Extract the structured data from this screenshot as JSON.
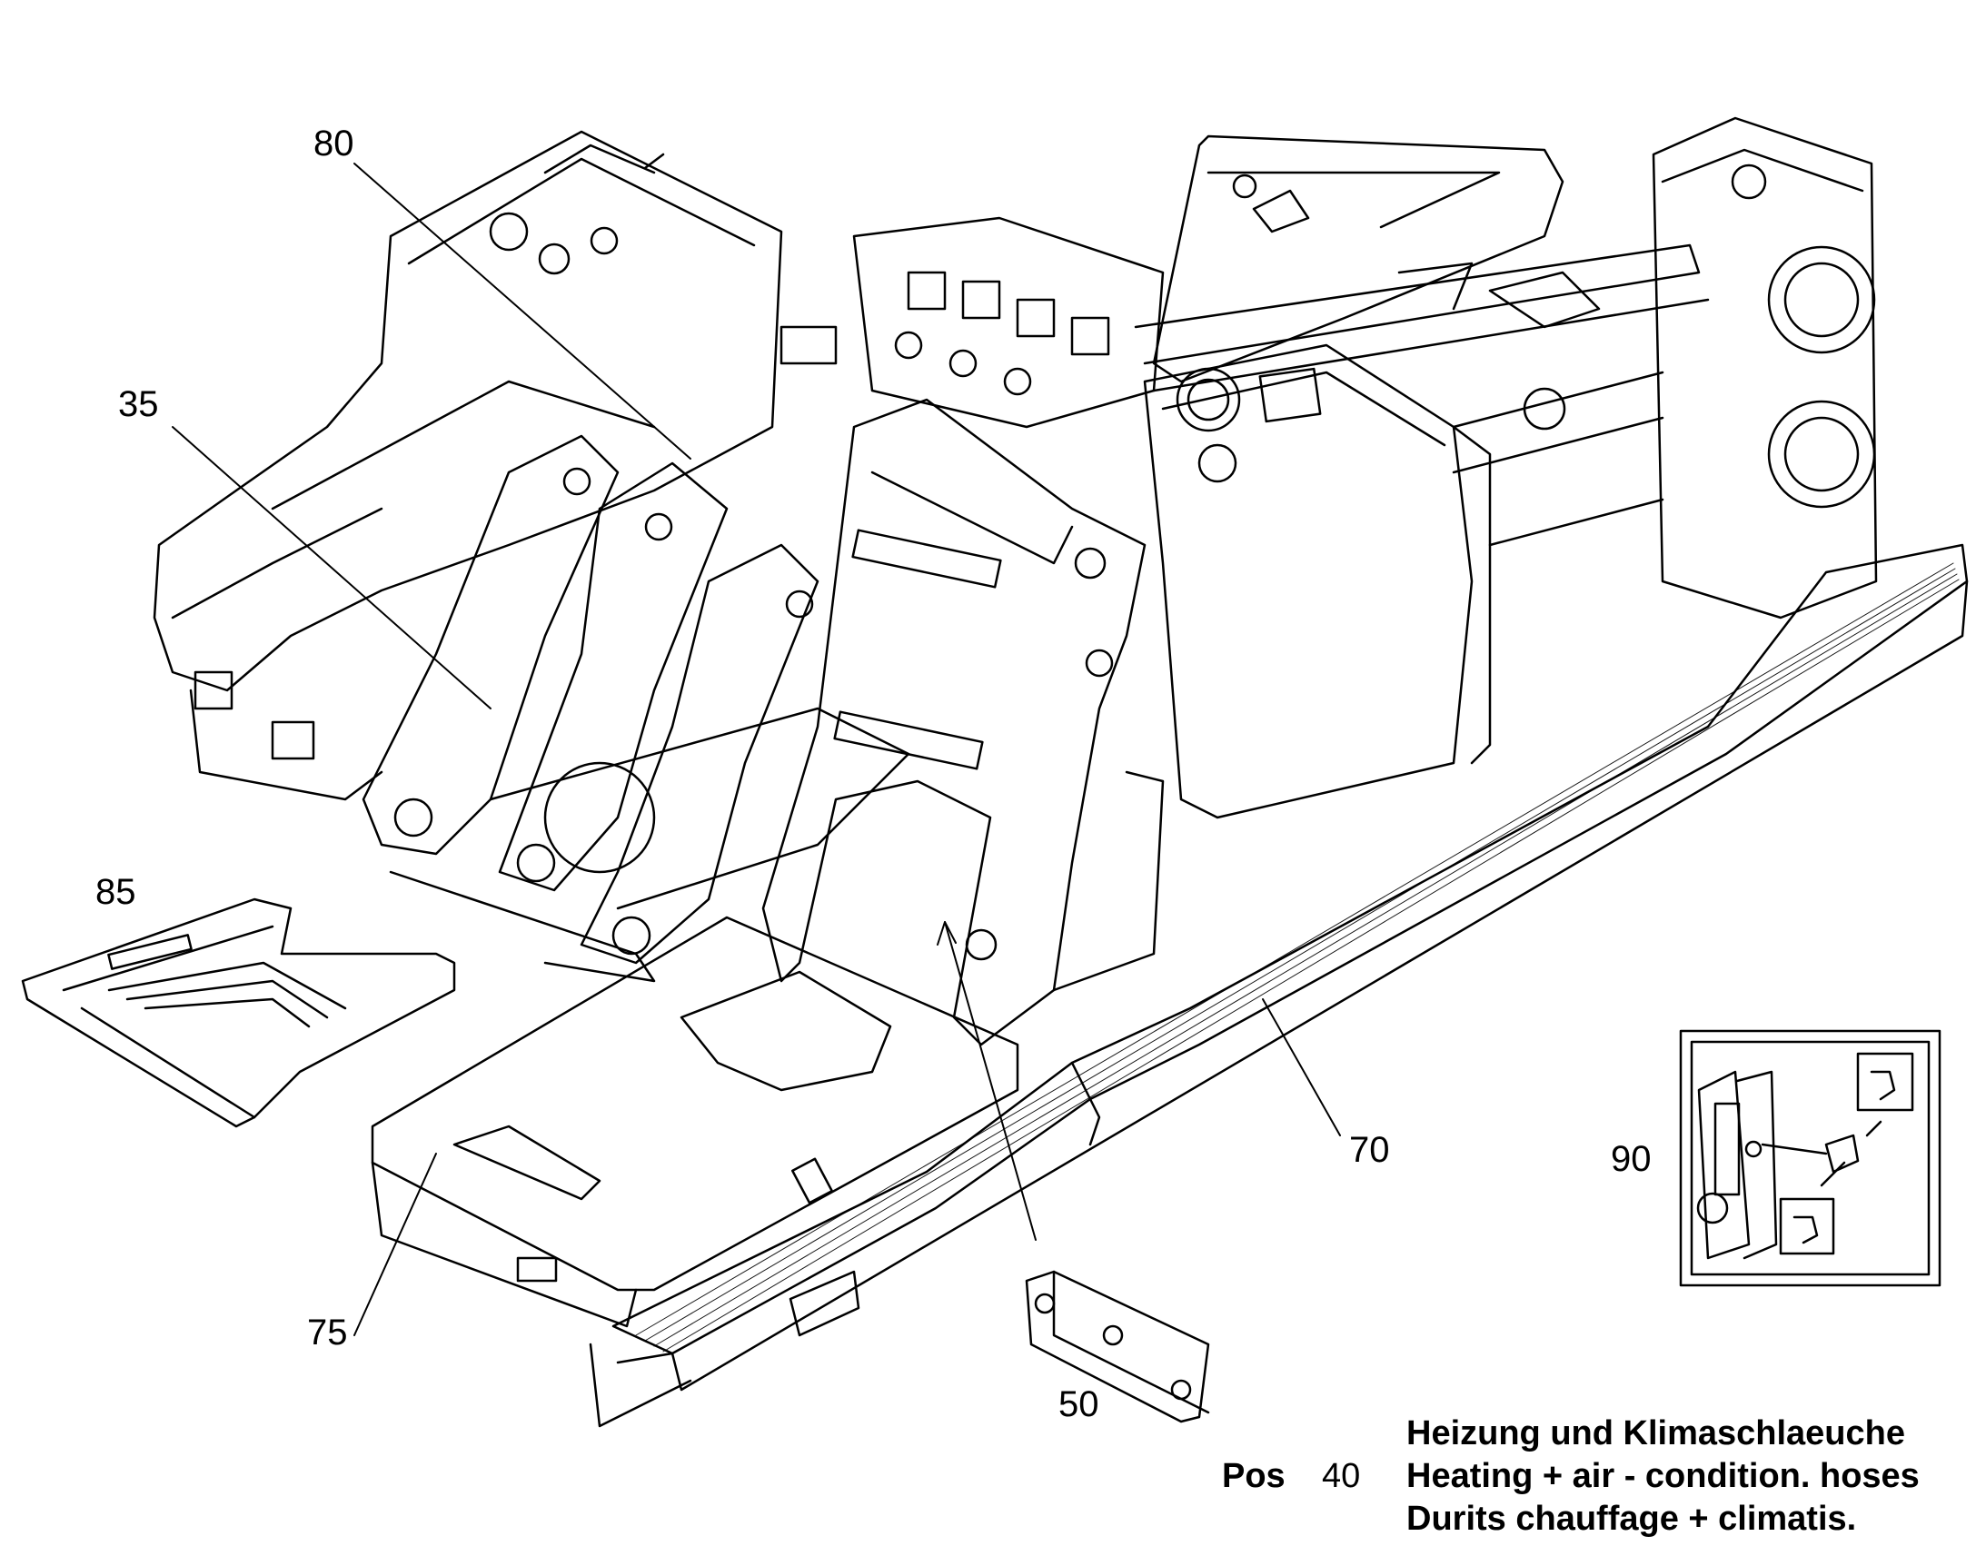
{
  "callouts": {
    "c80": "80",
    "c35": "35",
    "c85": "85",
    "c75": "75",
    "c50": "50",
    "c70": "70",
    "c90": "90"
  },
  "caption": {
    "pos_label": "Pos",
    "pos_number": "40",
    "line_de": "Heizung und Klimaschlaeuche",
    "line_en": "Heating + air - condition. hoses",
    "line_fr": "Durits chauffage + climatis."
  }
}
